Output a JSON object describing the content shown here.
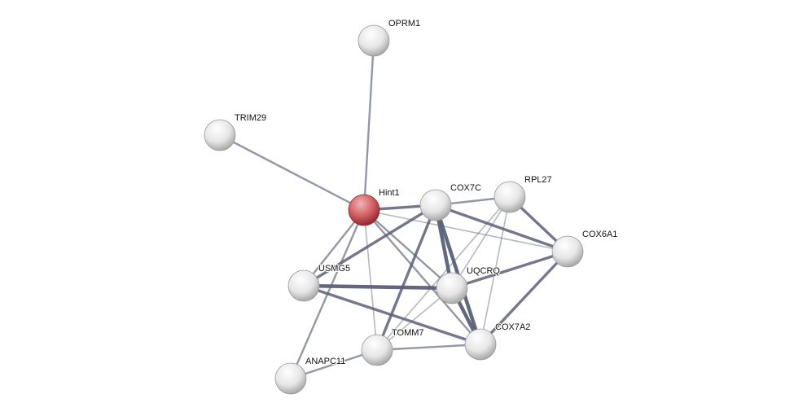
{
  "network": {
    "query_node": "Hint1",
    "colors": {
      "query": "#c8474e",
      "node": "#e4e4e4",
      "edge": "#5a6078"
    },
    "nodes": [
      {
        "id": "OPRM1",
        "label": "OPRM1"
      },
      {
        "id": "TRIM29",
        "label": "TRIM29"
      },
      {
        "id": "Hint1",
        "label": "Hint1"
      },
      {
        "id": "COX7C",
        "label": "COX7C"
      },
      {
        "id": "RPL27",
        "label": "RPL27"
      },
      {
        "id": "COX6A1",
        "label": "COX6A1"
      },
      {
        "id": "USMG5",
        "label": "USMG5"
      },
      {
        "id": "UQCRQ",
        "label": "UQCRQ"
      },
      {
        "id": "COX7A2",
        "label": "COX7A2"
      },
      {
        "id": "TOMM7",
        "label": "TOMM7"
      },
      {
        "id": "ANAPC11",
        "label": "ANAPC11"
      }
    ],
    "edges": [
      [
        "Hint1",
        "OPRM1",
        2
      ],
      [
        "Hint1",
        "TRIM29",
        2
      ],
      [
        "Hint1",
        "COX7C",
        3
      ],
      [
        "Hint1",
        "COX6A1",
        1
      ],
      [
        "Hint1",
        "USMG5",
        2
      ],
      [
        "Hint1",
        "ANAPC11",
        2
      ],
      [
        "Hint1",
        "TOMM7",
        1
      ],
      [
        "Hint1",
        "UQCRQ",
        2
      ],
      [
        "Hint1",
        "COX7A2",
        2
      ],
      [
        "COX7C",
        "RPL27",
        2
      ],
      [
        "COX7C",
        "COX6A1",
        3
      ],
      [
        "COX7C",
        "USMG5",
        3
      ],
      [
        "COX7C",
        "TOMM7",
        3
      ],
      [
        "COX7C",
        "UQCRQ",
        4
      ],
      [
        "COX7C",
        "COX7A2",
        4
      ],
      [
        "RPL27",
        "COX6A1",
        3
      ],
      [
        "RPL27",
        "UQCRQ",
        1
      ],
      [
        "RPL27",
        "TOMM7",
        1
      ],
      [
        "RPL27",
        "COX7A2",
        1
      ],
      [
        "COX6A1",
        "UQCRQ",
        3
      ],
      [
        "COX6A1",
        "COX7A2",
        3
      ],
      [
        "USMG5",
        "UQCRQ",
        4
      ],
      [
        "USMG5",
        "COX7A2",
        3
      ],
      [
        "UQCRQ",
        "COX7A2",
        4
      ],
      [
        "UQCRQ",
        "TOMM7",
        1
      ],
      [
        "TOMM7",
        "COX7A2",
        2
      ],
      [
        "TOMM7",
        "ANAPC11",
        2
      ]
    ]
  }
}
